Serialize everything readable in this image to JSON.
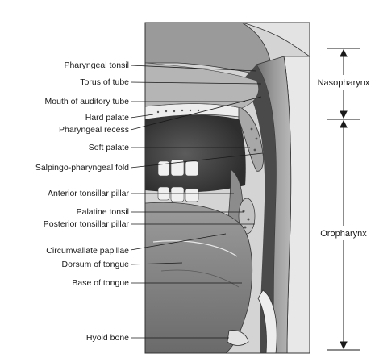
{
  "labels": [
    {
      "text": "Pharyngeal tonsil"
    },
    {
      "text": "Torus of tube"
    },
    {
      "text": "Mouth of auditory tube"
    },
    {
      "text": "Hard palate"
    },
    {
      "text": "Pharyngeal recess"
    },
    {
      "text": "Soft palate"
    },
    {
      "text": "Salpingo-pharyngeal fold"
    },
    {
      "text": "Anterior tonsillar pillar"
    },
    {
      "text": "Palatine tonsil"
    },
    {
      "text": "Posterior tonsillar pillar"
    },
    {
      "text": "Circumvallate papillae"
    },
    {
      "text": "Dorsum of tongue"
    },
    {
      "text": "Base of tongue"
    },
    {
      "text": "Hyoid bone"
    }
  ],
  "regions": {
    "nasopharynx": "Nasopharynx",
    "oropharynx": "Oropharynx"
  },
  "colors": {
    "ink": "#1a1a1a",
    "tissue_light": "#bdbdbd",
    "tissue_mid": "#8e8e8e",
    "tissue_dark": "#5a5a5a",
    "bone": "#e6e6e6"
  }
}
